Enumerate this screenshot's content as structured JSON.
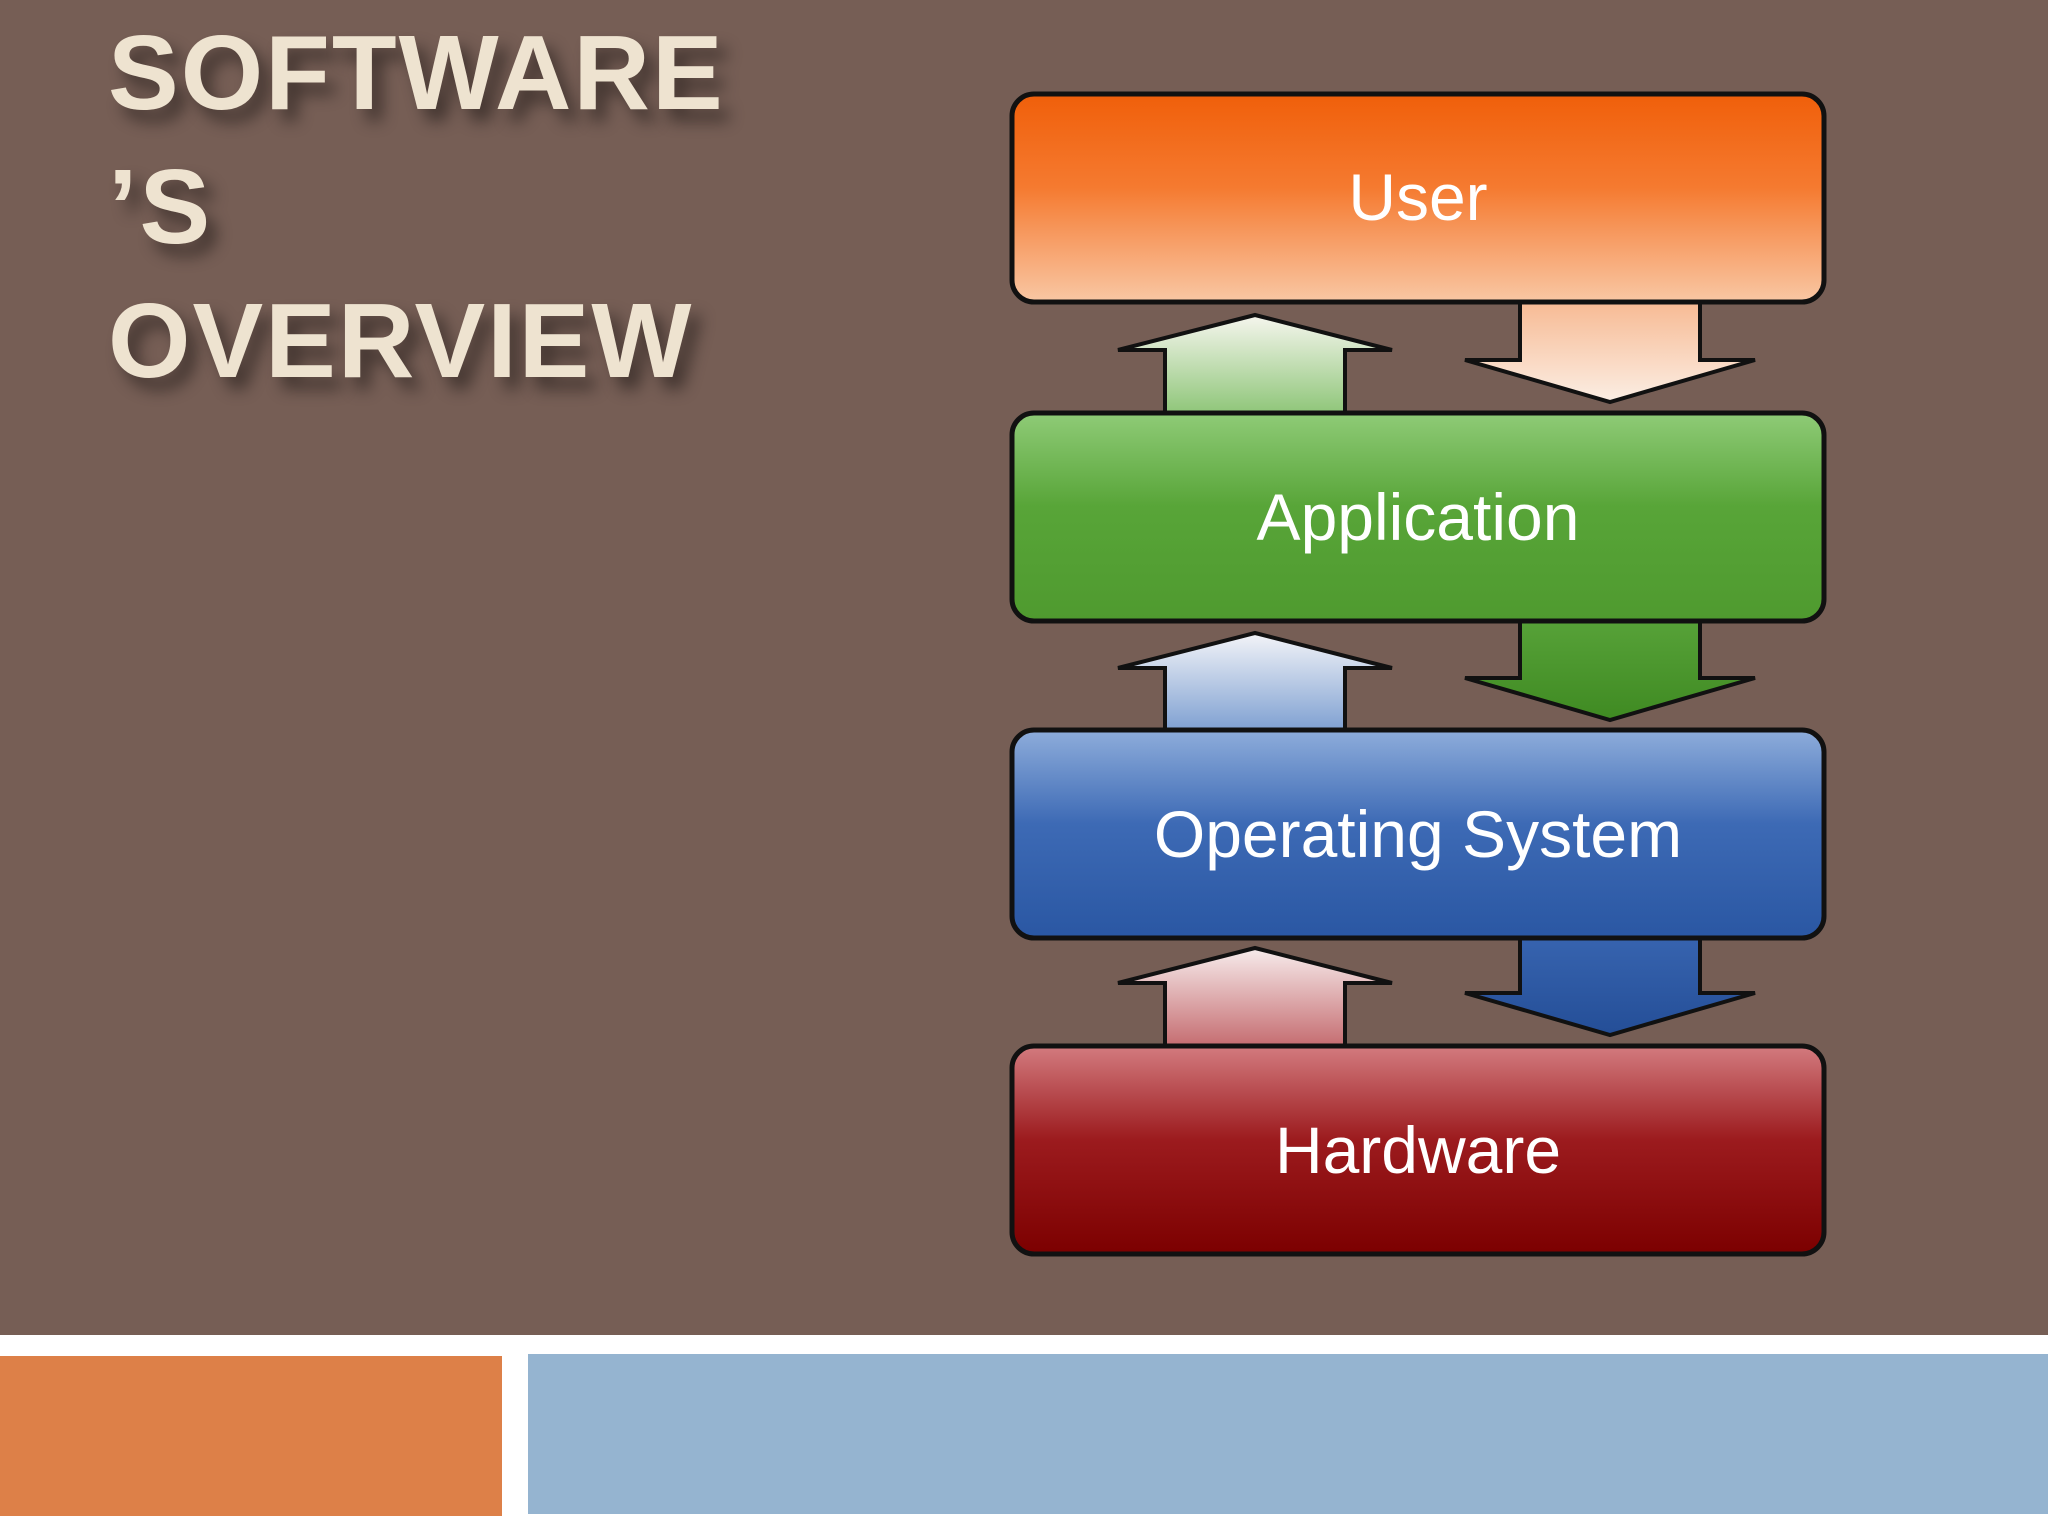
{
  "slide": {
    "title_lines": [
      "SOFTWARE",
      "’S",
      "OVERVIEW"
    ]
  },
  "diagram": {
    "layers": [
      {
        "label": "User",
        "color_top": "#f05f0a",
        "color_bottom": "#f9c7a4"
      },
      {
        "label": "Application",
        "color_top": "#8fcb77",
        "color_bottom": "#4f9a2f"
      },
      {
        "label": "Operating System",
        "color_top": "#8eaddb",
        "color_bottom": "#2a57a3"
      },
      {
        "label": "Hardware",
        "color_top": "#d37b7f",
        "color_bottom": "#7c0000"
      }
    ],
    "arrows": [
      {
        "direction": "up",
        "between": [
          "Application",
          "User"
        ]
      },
      {
        "direction": "down",
        "between": [
          "User",
          "Application"
        ]
      },
      {
        "direction": "up",
        "between": [
          "Operating System",
          "Application"
        ]
      },
      {
        "direction": "down",
        "between": [
          "Application",
          "Operating System"
        ]
      },
      {
        "direction": "up",
        "between": [
          "Hardware",
          "Operating System"
        ]
      },
      {
        "direction": "down",
        "between": [
          "Operating System",
          "Hardware"
        ]
      }
    ]
  },
  "colors": {
    "background": "#765e55",
    "title": "#eee3d0",
    "footer_left": "#dd8048",
    "footer_right": "#95b4d0"
  }
}
